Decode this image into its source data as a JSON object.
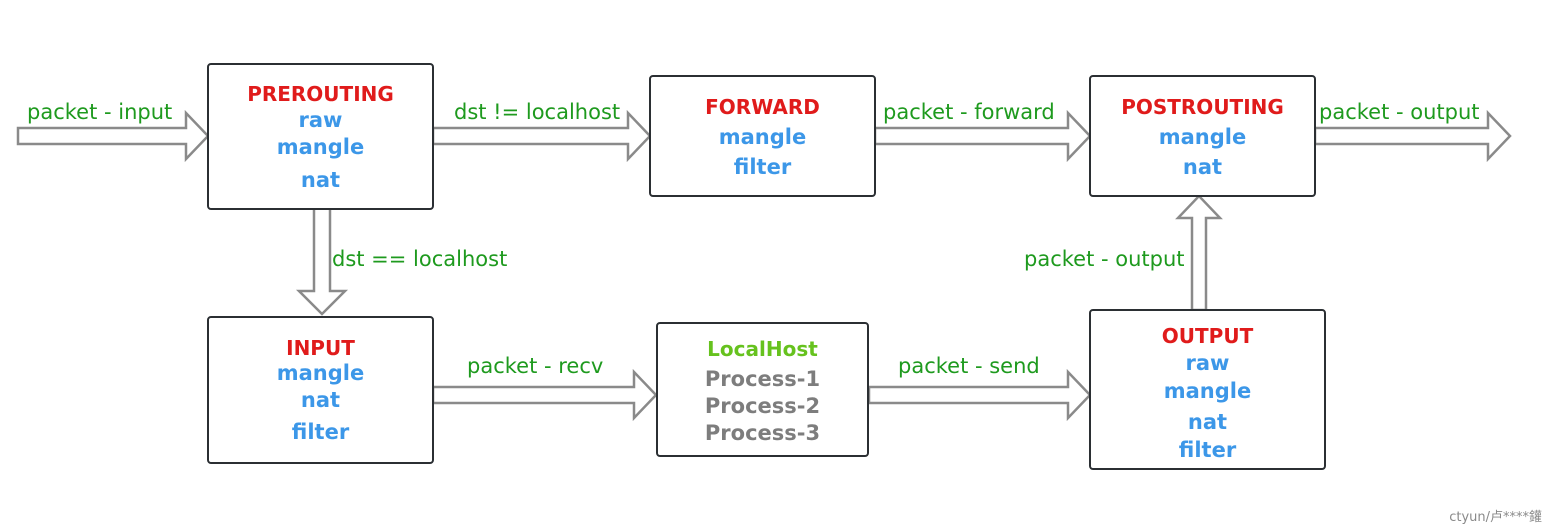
{
  "chains": {
    "prerouting": {
      "title": "PREROUTING",
      "tables": [
        "raw",
        "mangle",
        "nat"
      ]
    },
    "forward": {
      "title": "FORWARD",
      "tables": [
        "mangle",
        "filter"
      ]
    },
    "postrouting": {
      "title": "POSTROUTING",
      "tables": [
        "mangle",
        "nat"
      ]
    },
    "input": {
      "title": "INPUT",
      "tables": [
        "mangle",
        "nat",
        "filter"
      ]
    },
    "localhost": {
      "title": "LocalHost",
      "processes": [
        "Process-1",
        "Process-2",
        "Process-3"
      ]
    },
    "output": {
      "title": "OUTPUT",
      "tables": [
        "raw",
        "mangle",
        "nat",
        "filter"
      ]
    }
  },
  "edges": {
    "in": "packet - input",
    "pre_to_forward": "dst != localhost",
    "forward_to_post": "packet - forward",
    "post_out": "packet - output",
    "pre_to_input": "dst == localhost",
    "input_to_local": "packet - recv",
    "local_to_output": "packet - send",
    "output_to_post": "packet - output"
  },
  "watermark": "ctyun/卢****鑵",
  "colors": {
    "chain_title": "#e01b1b",
    "table": "#3c97e8",
    "localhost_title": "#66c21e",
    "process": "#7d7d7d",
    "edge_label": "#1e9a1e",
    "arrow_stroke": "#888888"
  }
}
